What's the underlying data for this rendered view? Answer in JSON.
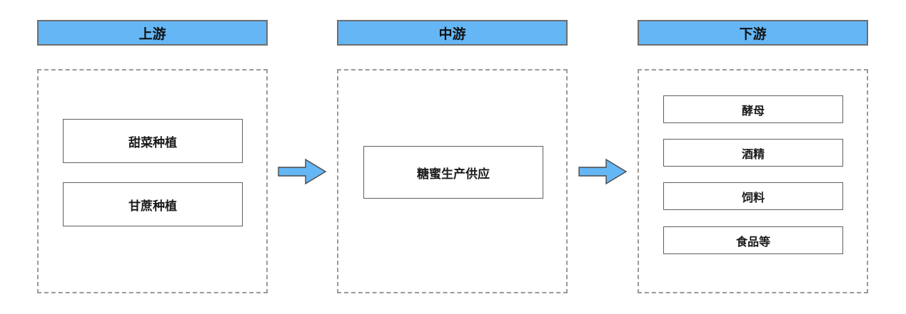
{
  "stages": [
    {
      "header": "上游",
      "items": [
        "甜菜种植",
        "甘蔗种植"
      ]
    },
    {
      "header": "中游",
      "items": [
        "糖蜜生产供应"
      ]
    },
    {
      "header": "下游",
      "items": [
        "酵母",
        "酒精",
        "饲料",
        "食品等"
      ]
    }
  ],
  "colors": {
    "header_fill": "#64b6f5",
    "arrow_fill": "#64b6f5",
    "frame_dash": "#9a9a9a"
  },
  "icons": [
    "right-arrow-icon"
  ]
}
